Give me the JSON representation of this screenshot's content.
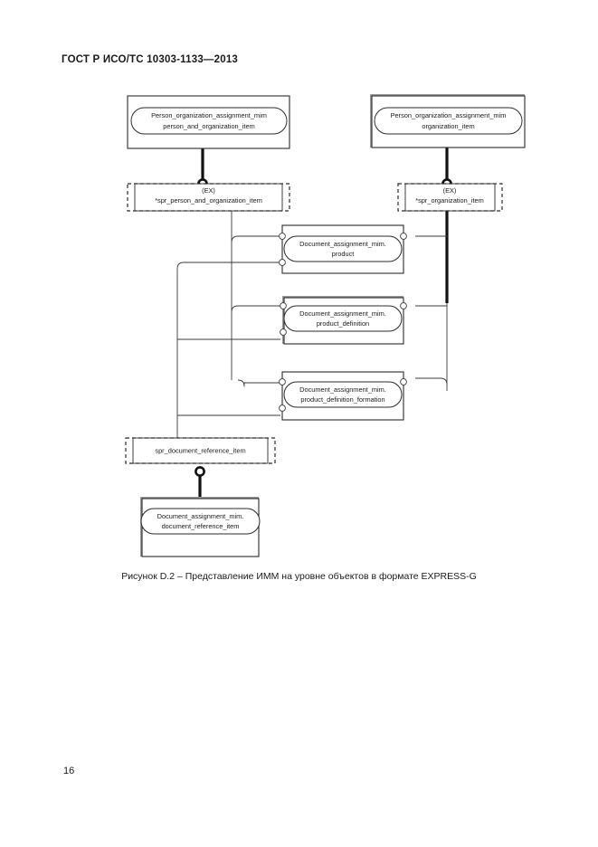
{
  "document": {
    "header": "ГОСТ Р ИСО/ТС 10303-1133—2013",
    "page_number": "16",
    "figure_caption": "Рисунок D.2 –  Представление ИММ на уровне объектов в формате EXPRESS-G"
  },
  "colors": {
    "line": "#2b2b2b",
    "shadow": "#9a9a9a",
    "text": "#1a1a1a",
    "background": "#ffffff"
  },
  "diagram": {
    "type": "EXPRESS-G object level diagram",
    "entities": [
      {
        "id": "person_and_organization_item",
        "line1": "Person_organization_assignment_mim",
        "line2": "person_and_organization_item"
      },
      {
        "id": "organization_item",
        "line1": "Person_organization_assignment_mim",
        "line2": "organization_item"
      },
      {
        "id": "product",
        "line1": "Document_assignment_mim.",
        "line2": "product"
      },
      {
        "id": "product_definition",
        "line1": "Document_assignment_mim.",
        "line2": "product_definition"
      },
      {
        "id": "product_definition_formation",
        "line1": "Document_assignment_mim.",
        "line2": "product_definition_formation"
      },
      {
        "id": "document_reference_item",
        "line1": "Document_assignment_mim.",
        "line2": "document_reference_item"
      }
    ],
    "select_types": [
      {
        "id": "spr_person_and_organization_item",
        "marker": "(EX)",
        "name": "*spr_person_and_organization_item"
      },
      {
        "id": "spr_organization_item",
        "marker": "(EX)",
        "name": "*spr_organization_item"
      },
      {
        "id": "spr_document_reference_item",
        "marker": "",
        "name": "spr_document_reference_item"
      }
    ]
  }
}
